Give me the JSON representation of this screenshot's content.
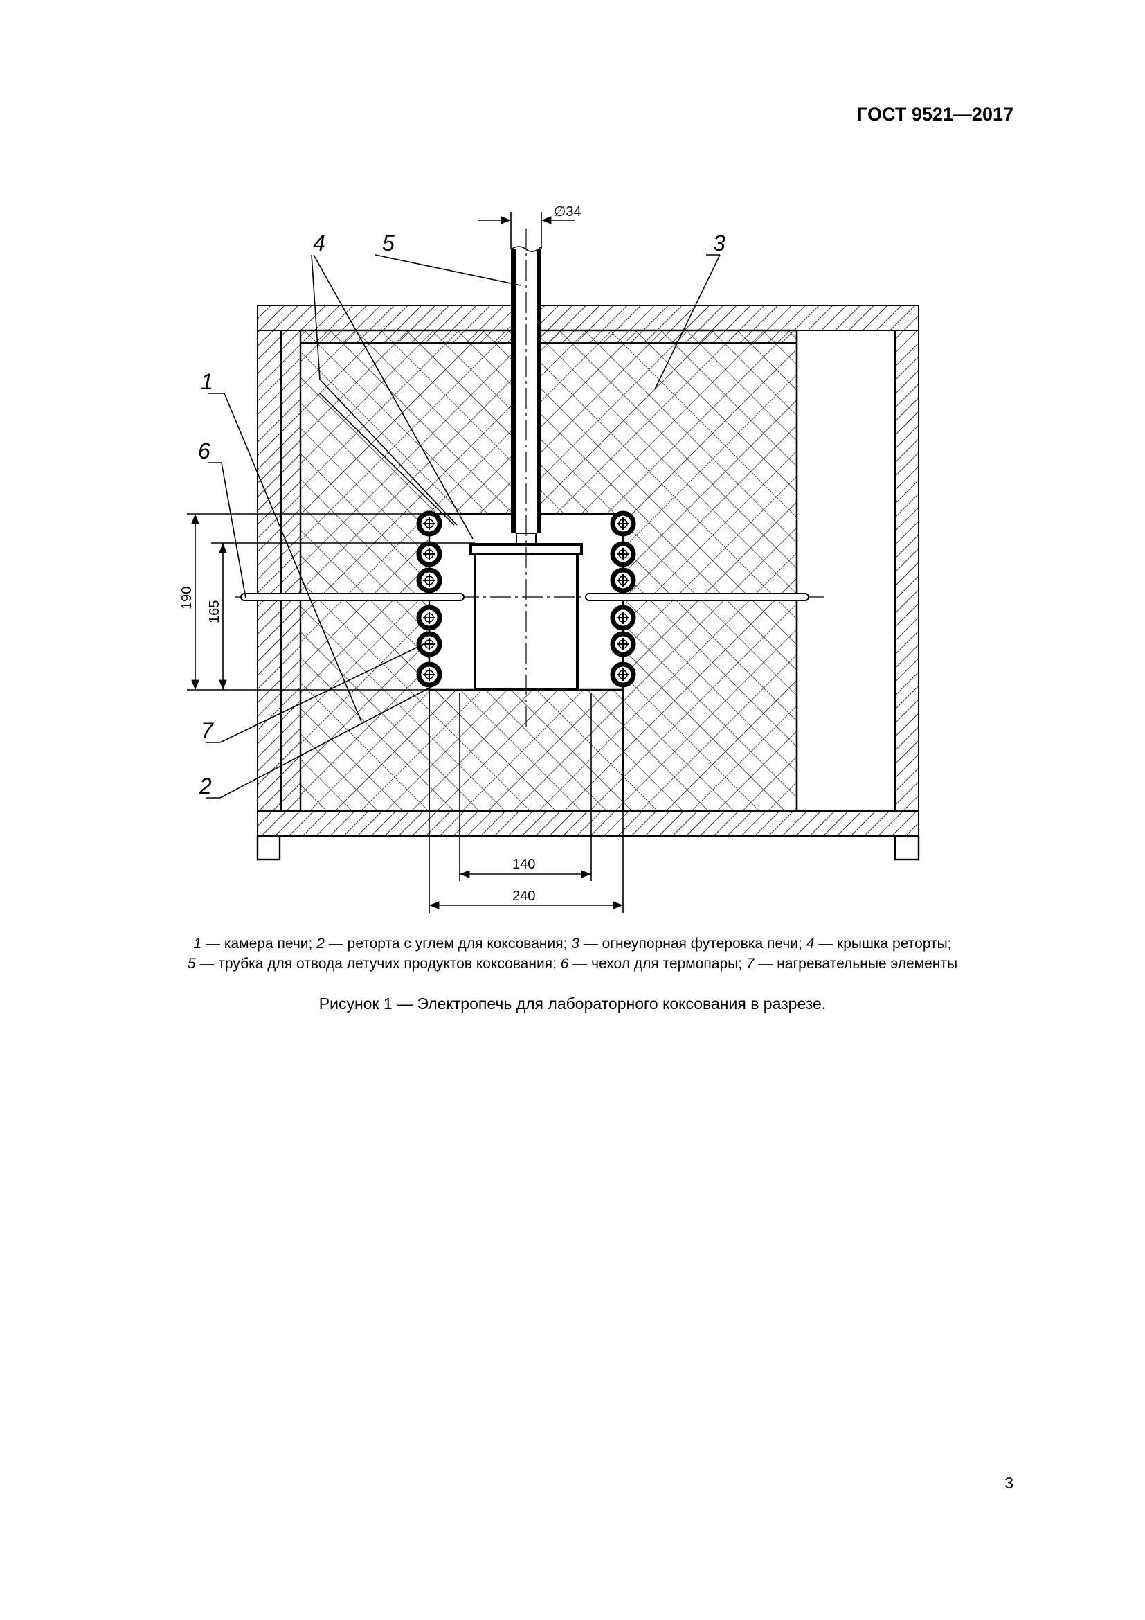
{
  "header": {
    "standard_code": "ГОСТ 9521—2017"
  },
  "figure": {
    "dimensions": {
      "pipe_diameter": "∅34",
      "height_outer": "190",
      "height_inner": "165",
      "width_inner": "140",
      "width_outer": "240"
    },
    "callouts": [
      "1",
      "2",
      "3",
      "4",
      "5",
      "6",
      "7"
    ]
  },
  "legend": {
    "items": [
      {
        "num": "1",
        "text": "камера печи"
      },
      {
        "num": "2",
        "text": "реторта с углем для коксования"
      },
      {
        "num": "3",
        "text": "огнеупорная футеровка печи"
      },
      {
        "num": "4",
        "text": "крышка реторты"
      },
      {
        "num": "5",
        "text": "трубка для отвода летучих продуктов коксования"
      },
      {
        "num": "6",
        "text": "чехол для термопары"
      },
      {
        "num": "7",
        "text": "нагревательные элементы"
      }
    ]
  },
  "caption": "Рисунок 1 — Электропечь для лабораторного коксования в разрезе.",
  "page_number": "3"
}
